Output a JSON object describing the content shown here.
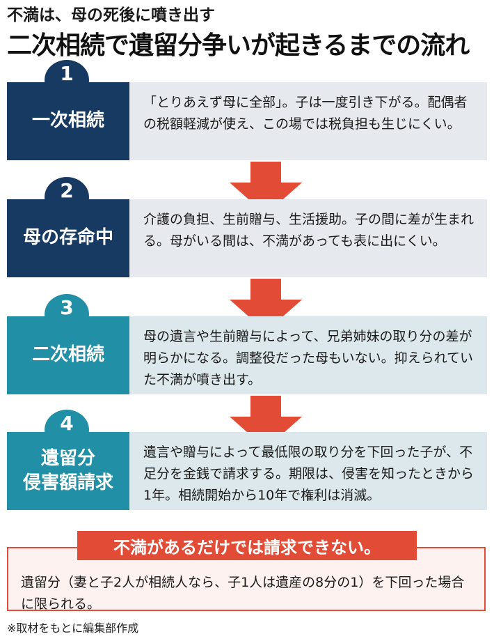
{
  "header": {
    "subtitle": "不満は、母の死後に噴き出す",
    "title": "二次相続で遺留分争いが起きるまでの流れ"
  },
  "steps": [
    {
      "number": "1",
      "label": "一次相続",
      "text": "「とりあえず母に全部」。子は一度引き下がる。配偶者の税額軽減が使え、この場では税負担も生じにくい。"
    },
    {
      "number": "2",
      "label": "母の存命中",
      "text": "介護の負担、生前贈与、生活援助。子の間に差が生まれる。母がいる間は、不満があっても表に出にくい。"
    },
    {
      "number": "3",
      "label": "二次相続",
      "text": "母の遺言や生前贈与によって、兄弟姉妹の取り分の差が明らかになる。調整役だった母もいない。抑えられていた不満が噴き出す。"
    },
    {
      "number": "4",
      "label": "遺留分\n侵害額請求",
      "text": "遺言や贈与によって最低限の取り分を下回った子が、不足分を金銭で請求する。期限は、侵害を知ったときから1年。相続開始から10年で権利は消滅。"
    }
  ],
  "note": {
    "heading": "不満があるだけでは請求できない。",
    "text": "遺留分（妻と子2人が相続人なら、子1人は遺産の8分の1）を下回った場合に限られる。"
  },
  "source": "※取材をもとに編集部作成",
  "colors": {
    "navy": "#173a63",
    "teal": "#218fa6",
    "arrow_red": "#e24b36",
    "navy_panel": "#e6e9ed",
    "teal_panel": "#dde8ec"
  }
}
